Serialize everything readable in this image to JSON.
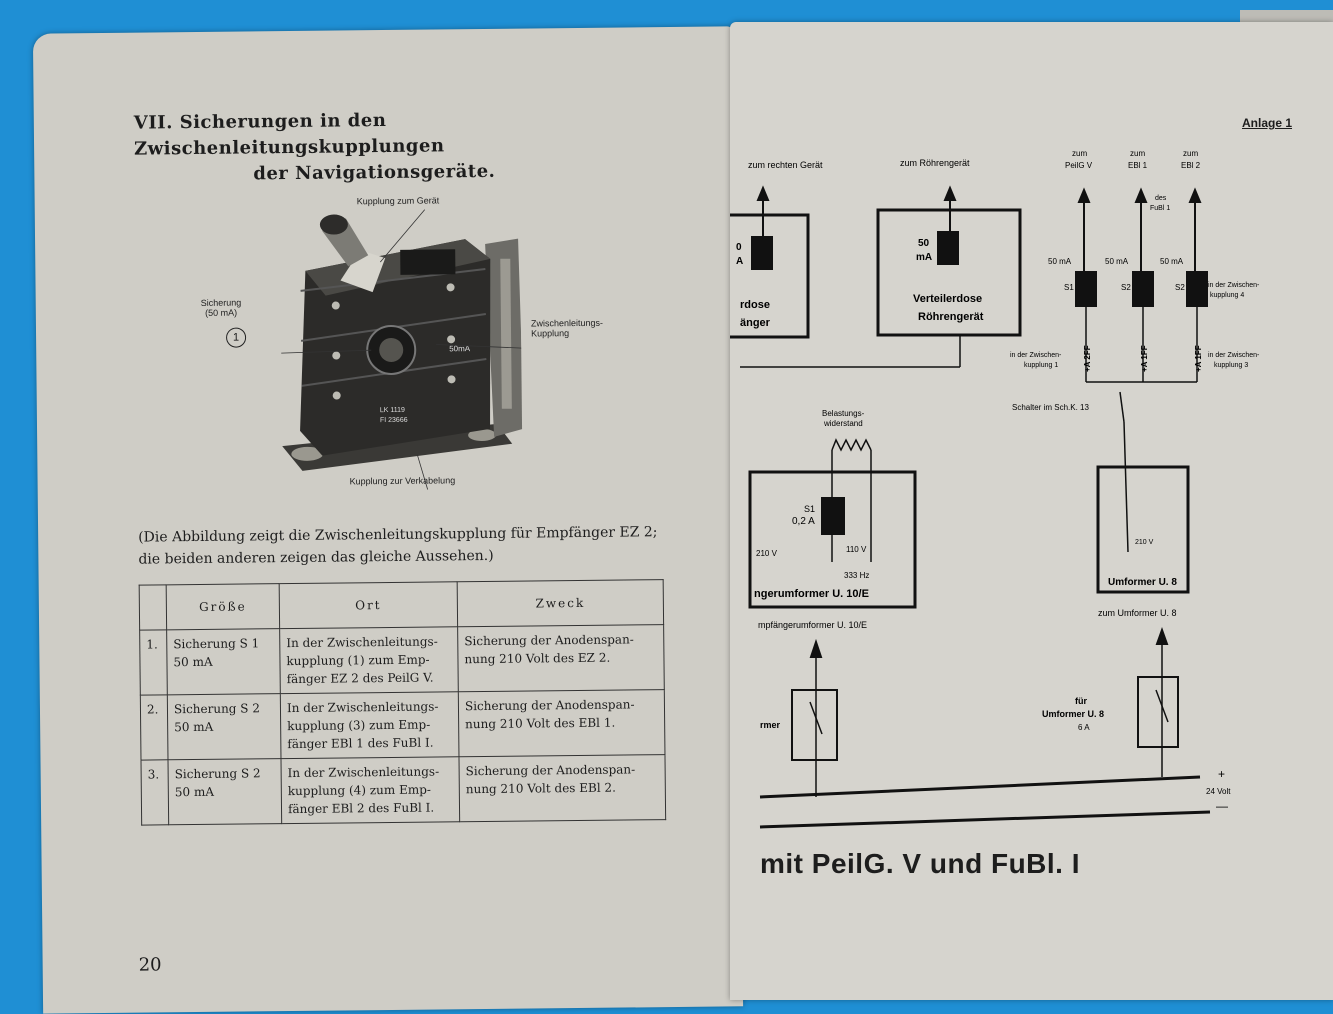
{
  "left_page": {
    "heading_line1": "VII. Sicherungen in den Zwischenleitungskupplungen",
    "heading_line2": "der Navigationsgeräte.",
    "figure_labels": {
      "top": "Kupplung zum Gerät",
      "left_1": "Sicherung",
      "left_2": "(50 mA)",
      "callout": "1",
      "right_1": "Zwischenleitungs-",
      "right_2": "Kupplung",
      "bottom": "Kupplung zur Verkabelung",
      "plate_value": "50mA",
      "plate_1": "LK 1119",
      "plate_2": "FI 23666"
    },
    "caption_line1": "(Die Abbildung zeigt die Zwischenleitungskupplung für Empfänger EZ 2;",
    "caption_line2": "die beiden anderen zeigen das gleiche Aussehen.)",
    "table": {
      "headers": [
        "",
        "Größe",
        "Ort",
        "Zweck"
      ],
      "rows": [
        {
          "n": "1.",
          "size_1": "Sicherung S 1",
          "size_2": "50 mA",
          "place_1": "In der Zwischenleitungs-",
          "place_2": "kupplung (1) zum Emp-",
          "place_3": "fänger EZ 2 des PeilG V.",
          "purpose_1": "Sicherung der Anodenspan-",
          "purpose_2": "nung 210 Volt des EZ 2."
        },
        {
          "n": "2.",
          "size_1": "Sicherung S 2",
          "size_2": "50 mA",
          "place_1": "In der Zwischenleitungs-",
          "place_2": "kupplung (3) zum Emp-",
          "place_3": "fänger EBl 1 des FuBl I.",
          "purpose_1": "Sicherung der Anodenspan-",
          "purpose_2": "nung 210 Volt des EBl 1."
        },
        {
          "n": "3.",
          "size_1": "Sicherung S 2",
          "size_2": "50 mA",
          "place_1": "In der Zwischenleitungs-",
          "place_2": "kupplung (4) zum Emp-",
          "place_3": "fänger EBl 2 des FuBl I.",
          "purpose_1": "Sicherung der Anodenspan-",
          "purpose_2": "nung 210 Volt des EBl 2."
        }
      ]
    },
    "page_number": "20"
  },
  "right_page": {
    "anlage": "Anlage 1",
    "labels": {
      "zum_rechten": "zum rechten Gerät",
      "zum_roehren": "zum Röhrengerät",
      "zum_peil_1": "zum",
      "zum_peil_2": "PeilG V",
      "zum_ebl1_1": "zum",
      "zum_ebl1_2": "EBl 1",
      "zum_ebl2_1": "zum",
      "zum_ebl2_2": "EBl 2",
      "des_fubl_1": "des",
      "des_fubl_2": "FuBl 1",
      "left_box_value": "0",
      "left_box_unit": "A",
      "left_box_1": "rdose",
      "left_box_2": "änger",
      "vert_value": "50",
      "vert_unit": "mA",
      "vert_1": "Verteilerdose",
      "vert_2": "Röhrengerät",
      "f1_ma": "50 mA",
      "f2_ma": "50 mA",
      "f3_ma": "50 mA",
      "s1": "S1",
      "s2": "S2",
      "s3": "S2",
      "t1": "+A 2FF",
      "t2": "+A 1FF",
      "t3": "+A 1FF",
      "z1_1": "in der Zwischen-",
      "z1_2": "kupplung 1",
      "z3_1": "in der Zwischen-",
      "z3_2": "kupplung 3",
      "z4_1": "in der Zwischen-",
      "z4_2": "kupplung 4",
      "schalter": "Schalter im Sch.K. 13",
      "belast_1": "Belastungs-",
      "belast_2": "widerstand",
      "emp_s": "S1",
      "emp_a": "0,2 A",
      "emp_210": "210 V",
      "emp_110": "110 V",
      "emp_hz": "333 Hz",
      "emp_title": "ngerumformer U. 10/E",
      "emp_below": "mpfängerumformer U. 10/E",
      "u8_210": "210 V",
      "u8_title": "Umformer U. 8",
      "u8_below": "zum Umformer U. 8",
      "sw_left": "rmer",
      "sw_right_1": "für",
      "sw_right_2": "Umformer U. 8",
      "sw_right_3": "6 A",
      "bat_plus": "+",
      "bat_v": "24 Volt",
      "bat_minus": "—"
    },
    "bottom_title": "mit PeilG. V und FuBl. I"
  }
}
